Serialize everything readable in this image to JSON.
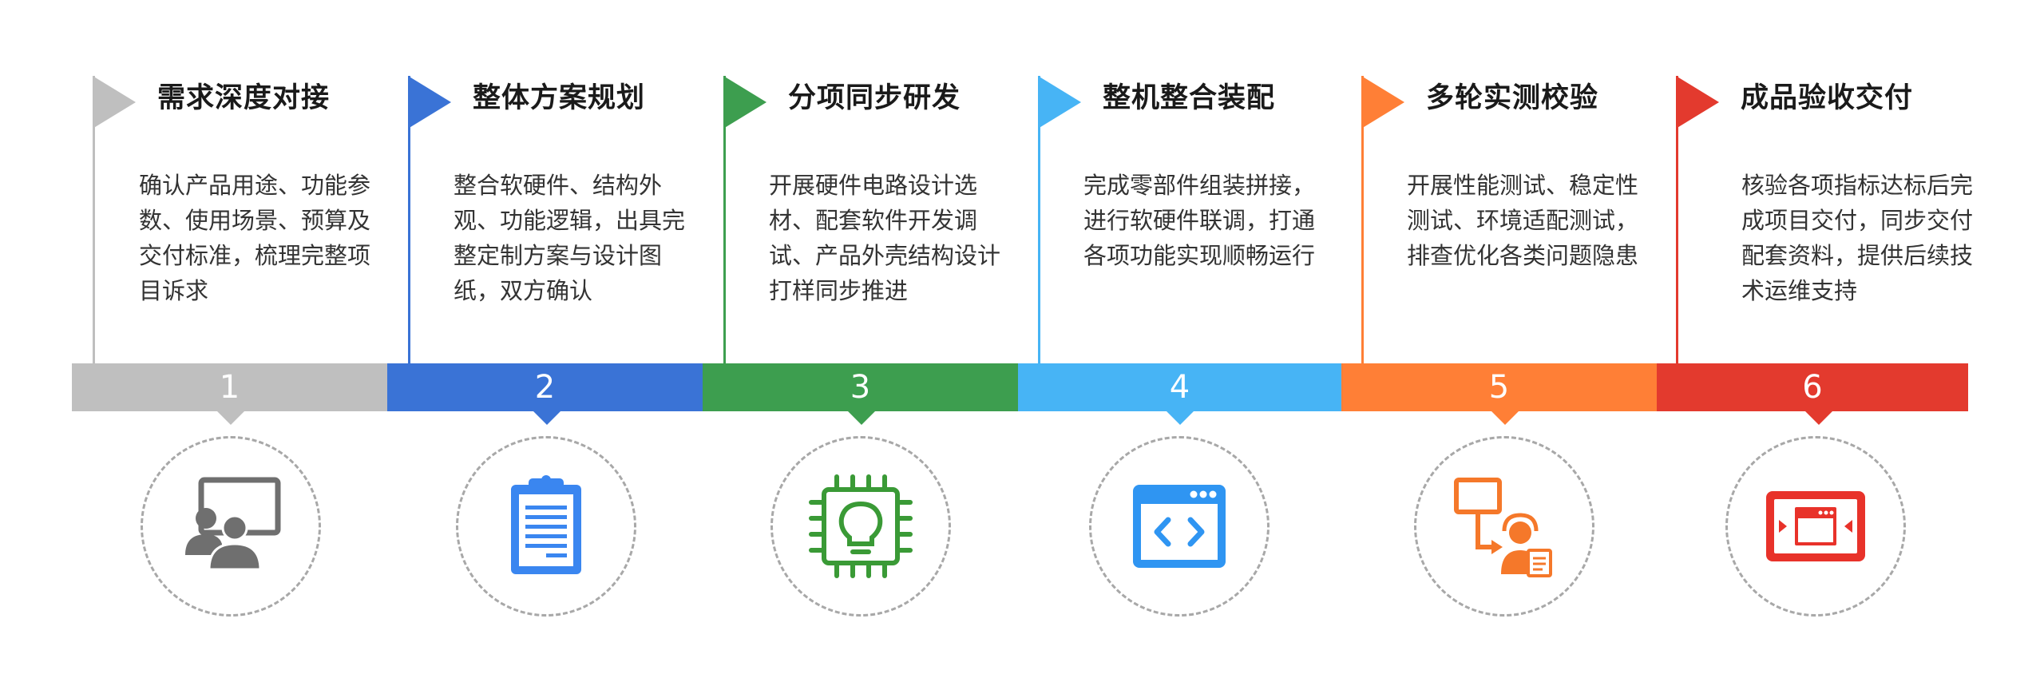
{
  "steps": [
    {
      "number": "1",
      "title": "需求深度对接",
      "description": "确认产品用途、功能参数、使用场景、预算及交付标准，梳理完整项目诉求",
      "color": "#bfbfbf",
      "icon": "meeting-presentation-icon"
    },
    {
      "number": "2",
      "title": "整体方案规划",
      "description": "整合软硬件、结构外观、功能逻辑，出具完整定制方案与设计图纸，双方确认",
      "color": "#3a73d6",
      "icon": "clipboard-document-icon"
    },
    {
      "number": "3",
      "title": "分项同步研发",
      "description": "开展硬件电路设计选材、配套软件开发调试、产品外壳结构设计打样同步推进",
      "color": "#3d9e4f",
      "icon": "chip-lightbulb-icon"
    },
    {
      "number": "4",
      "title": "整机整合装配",
      "description": "完成零部件组装拼接，进行软硬件联调，打通各项功能实现顺畅运行",
      "color": "#47b4f5",
      "icon": "code-window-icon"
    },
    {
      "number": "5",
      "title": "多轮实测校验",
      "description": "开展性能测试、稳定性测试、环境适配测试，排查优化各类问题隐患",
      "color": "#ff7f36",
      "icon": "tester-workflow-icon"
    },
    {
      "number": "6",
      "title": "成品验收交付",
      "description": "核验各项指标达标后完成项目交付，同步交付配套资料，提供后续技术运维支持",
      "color": "#e33a2e",
      "icon": "delivery-window-icon"
    }
  ]
}
